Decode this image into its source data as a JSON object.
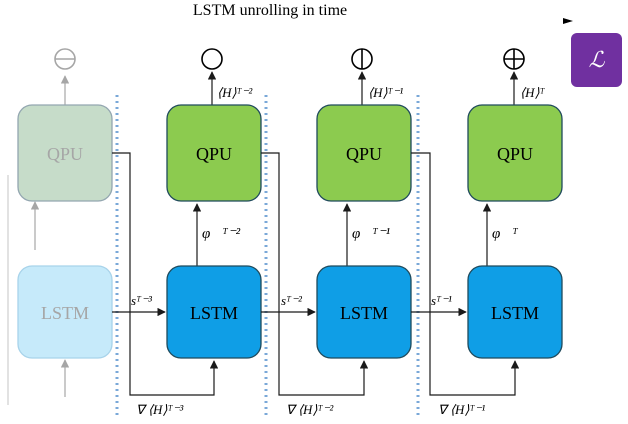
{
  "title": "LSTM unrolling in time",
  "loss_symbol": "ℒ",
  "colors": {
    "qpu": "#8ccb4f",
    "qpu_faded": "#c6dcc9",
    "lstm": "#0f9ee6",
    "lstm_faded": "#c6eafa",
    "loss": "#7030a0",
    "separator": "#7aa8d8",
    "line": "#1a1a1a",
    "faded_line": "#a6a6a6"
  },
  "stages": [
    {
      "qpu_label": "QPU",
      "lstm_label": "LSTM",
      "faded": true,
      "measurement_icon": "circle-minus-icon",
      "expectation_label": "",
      "phi_label": "",
      "state_in_label": "",
      "gradient_label": ""
    },
    {
      "qpu_label": "QPU",
      "lstm_label": "LSTM",
      "faded": false,
      "measurement_icon": "circle-icon",
      "expectation_label": "⟨H⟩ᵀ⁻²",
      "phi_label": "φ⃗ᵀ⁻²",
      "state_in_label": "sᵀ⁻³",
      "gradient_label": "∇ ⟨H⟩ᵀ⁻³"
    },
    {
      "qpu_label": "QPU",
      "lstm_label": "LSTM",
      "faded": false,
      "measurement_icon": "circle-vertical-bar-icon",
      "expectation_label": "⟨H⟩ᵀ⁻¹",
      "phi_label": "φ⃗ᵀ⁻¹",
      "state_in_label": "sᵀ⁻²",
      "gradient_label": "∇ ⟨H⟩ᵀ⁻²"
    },
    {
      "qpu_label": "QPU",
      "lstm_label": "LSTM",
      "faded": false,
      "measurement_icon": "circle-plus-icon",
      "expectation_label": "⟨H⟩ᵀ",
      "phi_label": "φ⃗ᵀ",
      "state_in_label": "sᵀ⁻¹",
      "gradient_label": "∇ ⟨H⟩ᵀ⁻¹"
    }
  ]
}
